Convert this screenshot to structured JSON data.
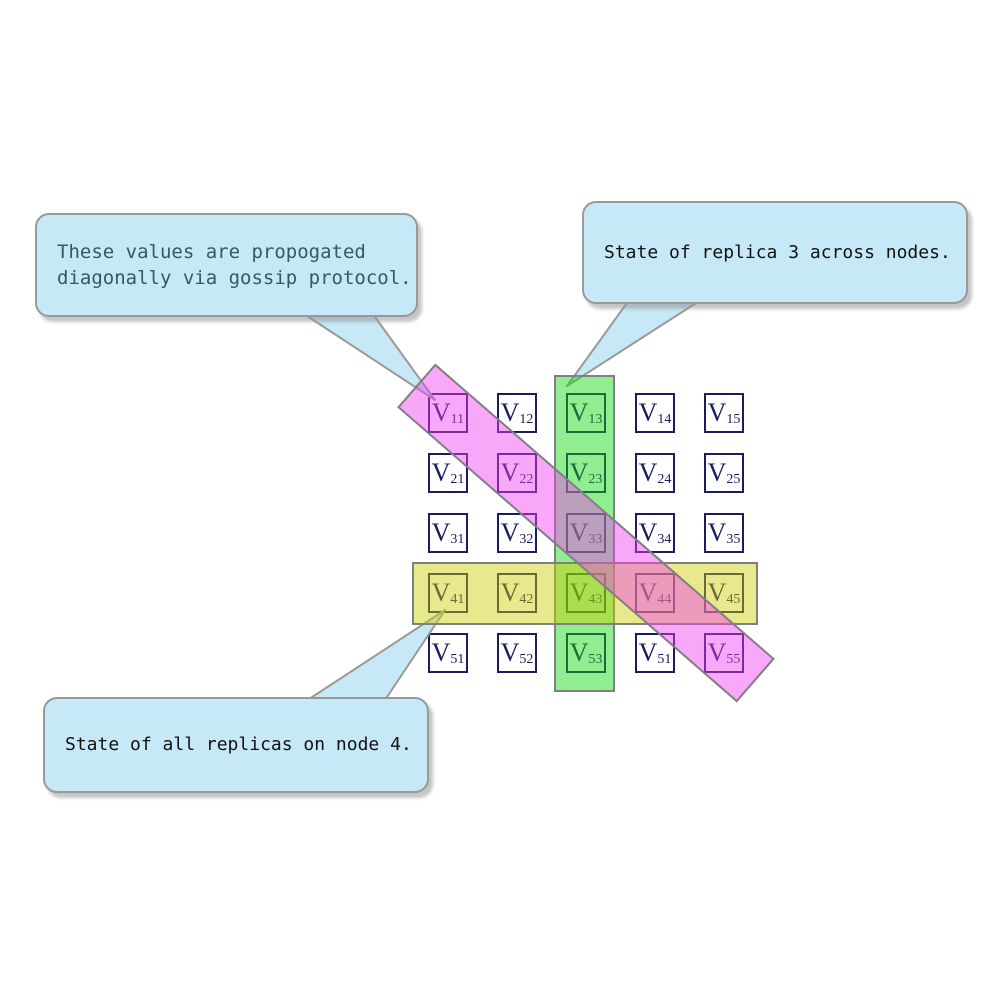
{
  "callouts": [
    {
      "name": "gossip-callout",
      "lines": [
        "These values are propogated",
        "diagonally via gossip protocol."
      ],
      "text_color": "#2f5a69"
    },
    {
      "name": "replica-callout",
      "lines": [
        "State of replica 3 across nodes."
      ],
      "text_color": "#111111"
    },
    {
      "name": "node-callout",
      "lines": [
        "State of all replicas on node 4."
      ],
      "text_color": "#111111"
    }
  ],
  "callout_style": {
    "fill": "#c7e9f7",
    "border": "#999999"
  },
  "matrix": {
    "cell_border_color": "#1b1b60",
    "text_color": "#1b1b60",
    "cells": [
      {
        "base": "V",
        "sub": "11"
      },
      {
        "base": "V",
        "sub": "12"
      },
      {
        "base": "V",
        "sub": "13"
      },
      {
        "base": "V",
        "sub": "14"
      },
      {
        "base": "V",
        "sub": "15"
      },
      {
        "base": "V",
        "sub": "21"
      },
      {
        "base": "V",
        "sub": "22"
      },
      {
        "base": "V",
        "sub": "23"
      },
      {
        "base": "V",
        "sub": "24"
      },
      {
        "base": "V",
        "sub": "25"
      },
      {
        "base": "V",
        "sub": "31"
      },
      {
        "base": "V",
        "sub": "32"
      },
      {
        "base": "V",
        "sub": "33"
      },
      {
        "base": "V",
        "sub": "34"
      },
      {
        "base": "V",
        "sub": "35"
      },
      {
        "base": "V",
        "sub": "41"
      },
      {
        "base": "V",
        "sub": "42"
      },
      {
        "base": "V",
        "sub": "43"
      },
      {
        "base": "V",
        "sub": "44"
      },
      {
        "base": "V",
        "sub": "45"
      },
      {
        "base": "V",
        "sub": "51"
      },
      {
        "base": "V",
        "sub": "52"
      },
      {
        "base": "V",
        "sub": "53"
      },
      {
        "base": "V",
        "sub": "51"
      },
      {
        "base": "V",
        "sub": "55"
      }
    ]
  },
  "bands": [
    {
      "name": "replica-3-column-band",
      "fill": "rgba(8,217,8,0.45)",
      "border": "#808080"
    },
    {
      "name": "node-4-row-band",
      "fill": "rgba(204,204,0,0.45)",
      "border": "#808080"
    },
    {
      "name": "diagonal-gossip-band",
      "fill": "rgba(242,62,242,0.45)",
      "border": "#808080"
    }
  ]
}
